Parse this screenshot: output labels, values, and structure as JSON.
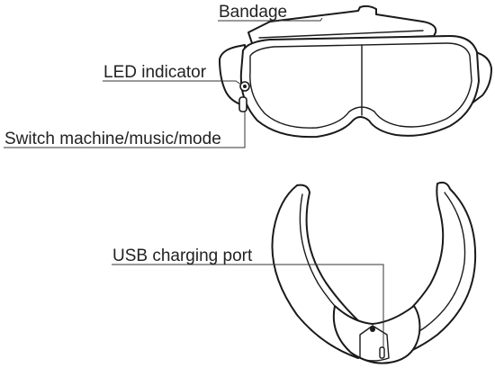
{
  "labels": {
    "bandage": "Bandage",
    "led_indicator": "LED indicator",
    "switch": "Switch machine/music/mode",
    "usb_port": "USB charging port"
  }
}
